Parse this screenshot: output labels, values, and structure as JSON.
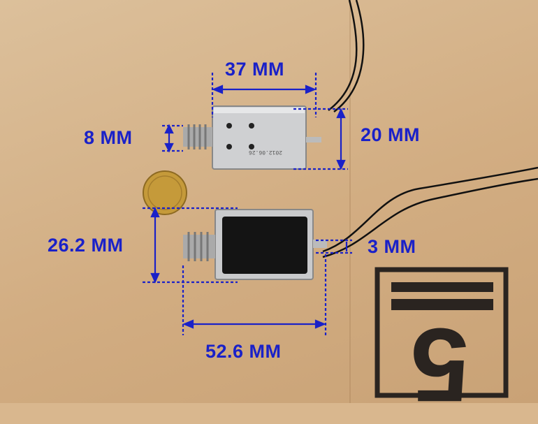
{
  "labels": {
    "top_width": "37 MM",
    "plunger_dia": "8 MM",
    "top_height": "20 MM",
    "bottom_height": "26.2 MM",
    "shaft_dia": "3 MM",
    "bottom_length": "52.6 MM"
  },
  "box_print": {
    "digit": "5"
  },
  "colors": {
    "dimension": "#1a21c8",
    "cardboard": "#d6b389"
  }
}
